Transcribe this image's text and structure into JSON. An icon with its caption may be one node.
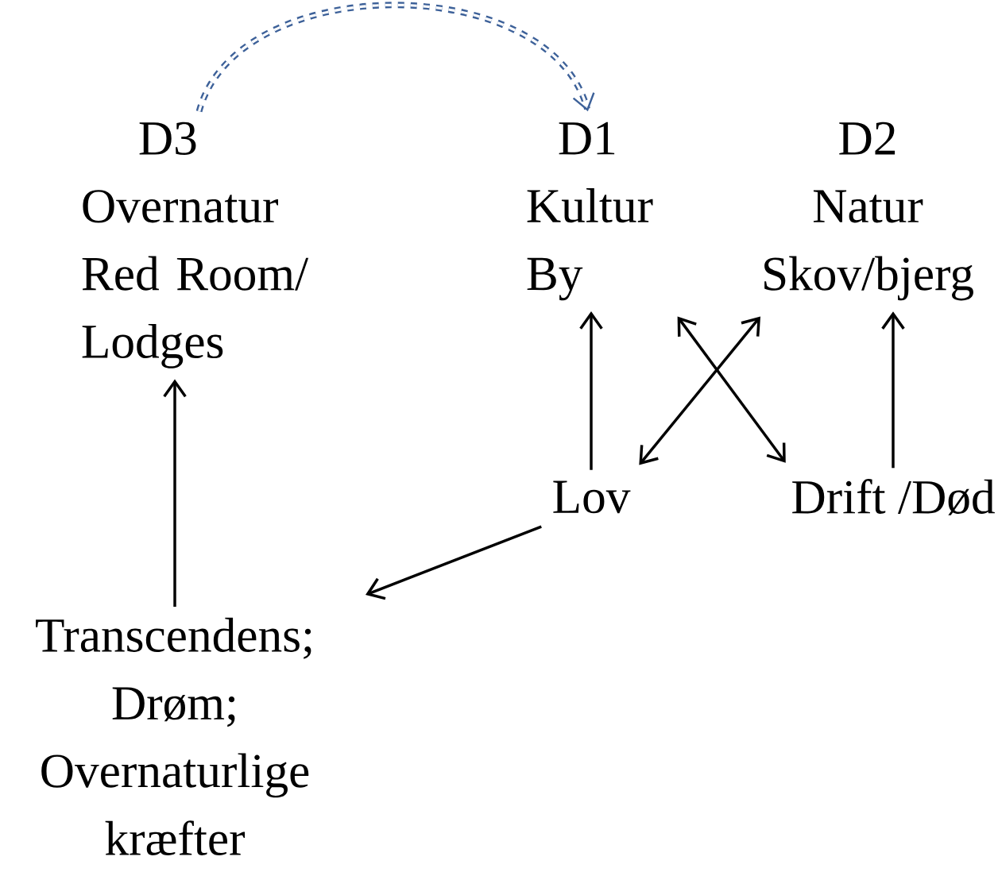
{
  "diagram": {
    "nodes": [
      {
        "text": [
          "D3",
          "Overnatur",
          "Red Room/ Lodges"
        ]
      },
      {
        "text": [
          "D1",
          "Kultur",
          "By"
        ]
      },
      {
        "text": [
          "D2",
          "Natur",
          "Skov/bjerg"
        ]
      },
      {
        "text": [
          "Lov"
        ]
      },
      {
        "text": [
          "Drift /Død"
        ]
      },
      {
        "text": [
          "Transcendens; Drøm; Overnaturlige kræfter"
        ]
      }
    ],
    "edges": [
      {
        "from": 0,
        "to": 1,
        "arrow": "to",
        "style": "dashed",
        "color": "#3d6199"
      },
      {
        "from": 3,
        "to": 1,
        "arrow": "to"
      },
      {
        "from": 4,
        "to": 2,
        "arrow": "to"
      },
      {
        "from": 3,
        "to": 2,
        "arrow": "both"
      },
      {
        "from": 1,
        "to": 4,
        "arrow": "both"
      },
      {
        "from": 3,
        "to": 5,
        "arrow": "to"
      },
      {
        "from": 5,
        "to": 0,
        "arrow": "to"
      }
    ]
  }
}
